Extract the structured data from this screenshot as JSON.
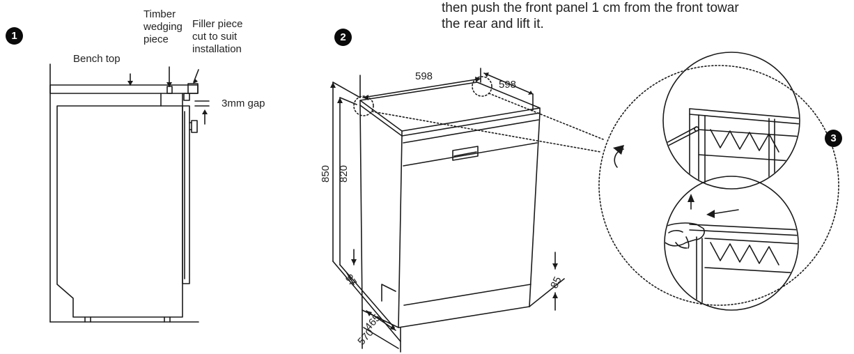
{
  "caption": {
    "line1": "then push the front panel 1 cm from the front towar",
    "line2": "the rear and lift it."
  },
  "figure1": {
    "badge": "1",
    "labels": {
      "bench_top": "Bench top",
      "timber_line1": "Timber",
      "timber_line2": "wedging",
      "timber_line3": "piece",
      "filler_line1": "Filler piece",
      "filler_line2": "cut to suit",
      "filler_line3": "installation",
      "gap": "3mm gap"
    }
  },
  "figure2": {
    "badge": "2",
    "dimensions": {
      "width": "598",
      "depth_top": "598",
      "height_total": "850",
      "height_body": "820",
      "foot_side": "97",
      "plinth": "85",
      "depth_base": "465",
      "depth_total": "570"
    }
  },
  "figure3": {
    "badge": "3"
  },
  "colors": {
    "ink": "#1a1a1a",
    "background": "#ffffff",
    "badge": "#0a0a0a"
  }
}
